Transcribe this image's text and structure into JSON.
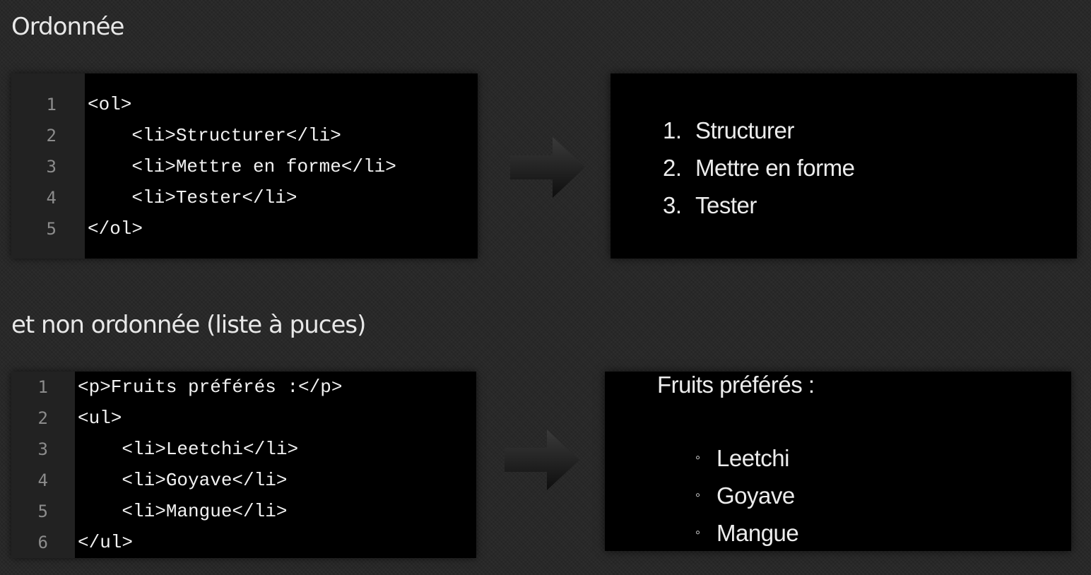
{
  "sections": {
    "ordered": {
      "heading": "Ordonnée",
      "code_lines": [
        {
          "num": "1",
          "code": "<ol>"
        },
        {
          "num": "2",
          "code": "    <li>Structurer</li>"
        },
        {
          "num": "3",
          "code": "    <li>Mettre en forme</li>"
        },
        {
          "num": "4",
          "code": "    <li>Tester</li>"
        },
        {
          "num": "5",
          "code": "</ol>"
        }
      ],
      "rendered_items": [
        {
          "marker": "1.",
          "text": "Structurer"
        },
        {
          "marker": "2.",
          "text": "Mettre en forme"
        },
        {
          "marker": "3.",
          "text": "Tester"
        }
      ]
    },
    "unordered": {
      "heading": "et non ordonnée (liste à puces)",
      "code_lines": [
        {
          "num": "1",
          "code": "<p>Fruits préférés :</p>"
        },
        {
          "num": "2",
          "code": "<ul>"
        },
        {
          "num": "3",
          "code": "    <li>Leetchi</li>"
        },
        {
          "num": "4",
          "code": "    <li>Goyave</li>"
        },
        {
          "num": "5",
          "code": "    <li>Mangue</li>"
        },
        {
          "num": "6",
          "code": "</ul>"
        }
      ],
      "rendered_paragraph": "Fruits préférés :",
      "rendered_items": [
        {
          "marker": "◦",
          "text": "Leetchi"
        },
        {
          "marker": "◦",
          "text": "Goyave"
        },
        {
          "marker": "◦",
          "text": "Mangue"
        }
      ]
    }
  },
  "icons": {
    "arrow": "arrow-right-icon"
  }
}
